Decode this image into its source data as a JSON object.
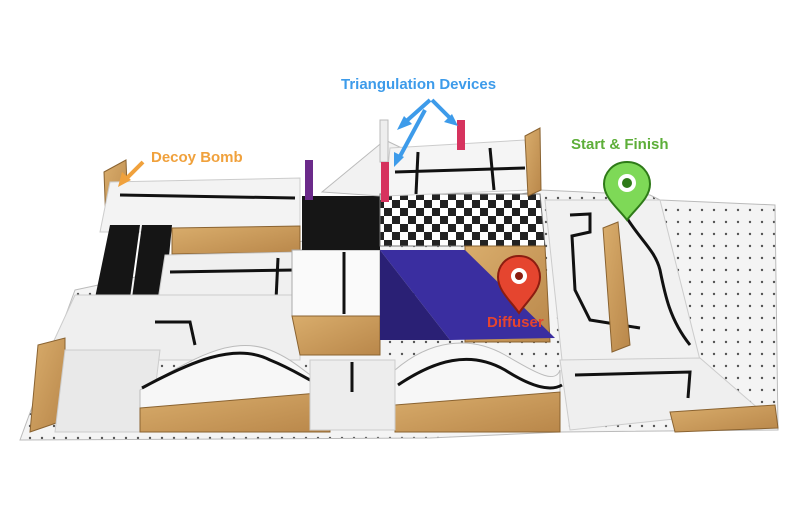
{
  "labels": {
    "triangulation": "Triangulation Devices",
    "decoy": "Decoy Bomb",
    "start": "Start & Finish",
    "diffuser": "Diffuser"
  },
  "colors": {
    "triangulation": "#3d9bea",
    "decoy": "#f0a13c",
    "start": "#5dae39",
    "diffuser": "#e5452f",
    "wood": "#c99a5b",
    "board": "#f6f6f6",
    "ramp": "#3a2ea0"
  },
  "icons": {
    "start_marker": "map-pin-icon",
    "diffuser_marker": "map-pin-icon"
  }
}
